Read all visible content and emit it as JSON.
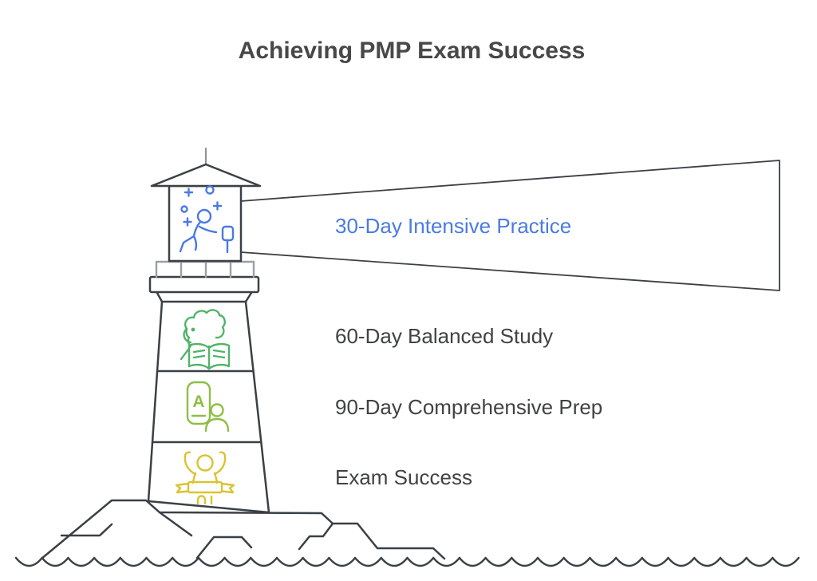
{
  "title": "Achieving PMP Exam Success",
  "beam": {
    "label": "30-Day Intensive Practice"
  },
  "milestones": [
    {
      "label": "60-Day Balanced Study",
      "icon": "person-reading-book-icon"
    },
    {
      "label": "90-Day Comprehensive Prep",
      "icon": "flashcard-letter-a-icon",
      "card_letter": "A"
    },
    {
      "label": "Exam Success",
      "icon": "winner-finish-line-icon"
    }
  ],
  "lantern": {
    "icon": "person-reaching-goal-icon"
  },
  "colors": {
    "title_text": "#484848",
    "label_text": "#3f4440",
    "beam_text": "#4a7be0",
    "outline": "#3a4045",
    "railing": "#9aa0a6",
    "lantern_icon": "#4a79e2",
    "reading_icon": "#52b368",
    "flashcard_icon": "#8fbe44",
    "winner_icon": "#d9c431"
  }
}
